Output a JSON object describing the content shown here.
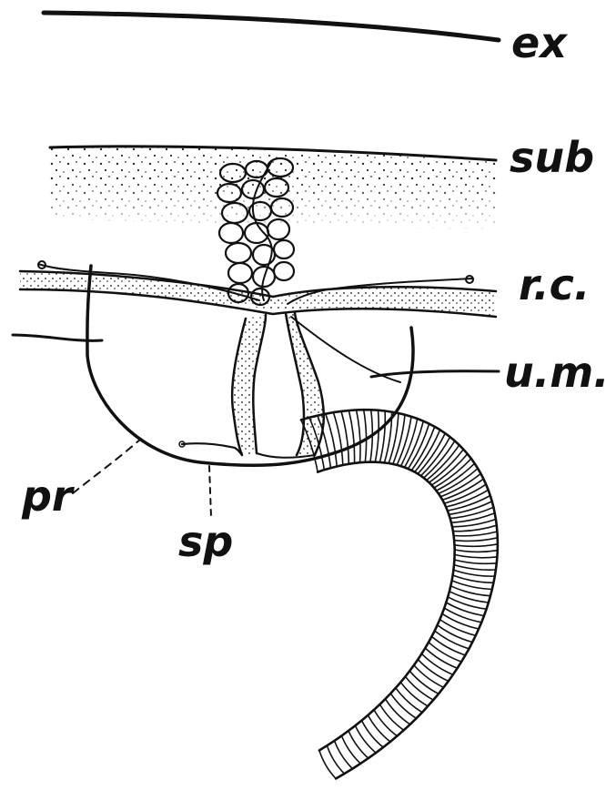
{
  "figure": {
    "labels": {
      "ex": "ex",
      "sub": "sub",
      "rc": "r.c.",
      "um": "u.m.",
      "pr": "pr",
      "sp": "sp"
    },
    "colors": {
      "ink": "#111111",
      "paper": "#ffffff"
    }
  }
}
